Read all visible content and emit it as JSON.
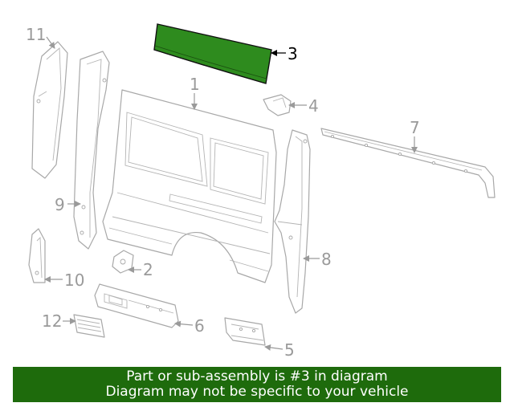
{
  "diagram": {
    "highlight_color": "#2e8b1e",
    "callouts": {
      "c1": "1",
      "c2": "2",
      "c3": "3",
      "c4": "4",
      "c5": "5",
      "c6": "6",
      "c7": "7",
      "c8": "8",
      "c9": "9",
      "c10": "10",
      "c11": "11",
      "c12": "12"
    }
  },
  "banner": {
    "line1": "Part or sub-assembly is #3 in diagram",
    "line2": "Diagram may not be specific to your vehicle",
    "background": "#1e6b0c"
  }
}
